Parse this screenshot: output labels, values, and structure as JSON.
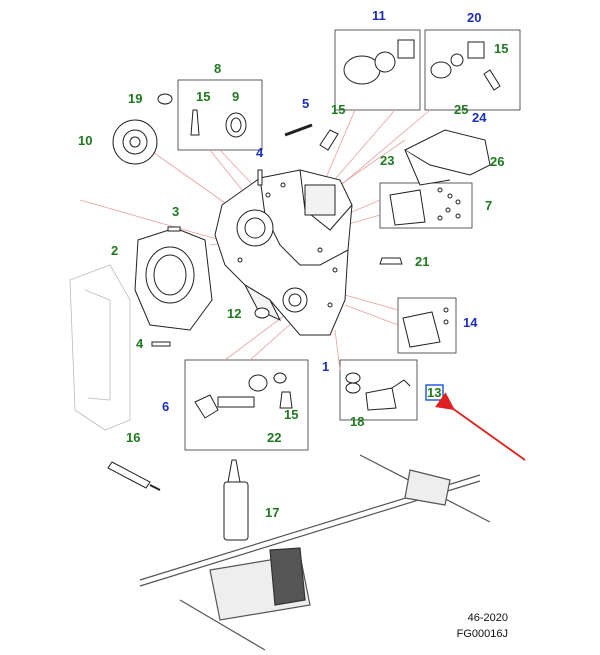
{
  "diagram": {
    "colors": {
      "blue": "#1b2fb8",
      "green": "#1f7a1f",
      "leader": "#e8a0a0",
      "arrow": "#e02020",
      "highlight": "#1a4fd8"
    },
    "callouts": [
      {
        "id": "c1",
        "label": "1",
        "color": "blue"
      },
      {
        "id": "c2",
        "label": "2",
        "color": "green"
      },
      {
        "id": "c3",
        "label": "3",
        "color": "green"
      },
      {
        "id": "c4a",
        "label": "4",
        "color": "green"
      },
      {
        "id": "c4b",
        "label": "4",
        "color": "blue"
      },
      {
        "id": "c5",
        "label": "5",
        "color": "blue"
      },
      {
        "id": "c6",
        "label": "6",
        "color": "blue"
      },
      {
        "id": "c7",
        "label": "7",
        "color": "green"
      },
      {
        "id": "c8",
        "label": "8",
        "color": "green"
      },
      {
        "id": "c9",
        "label": "9",
        "color": "green"
      },
      {
        "id": "c10",
        "label": "10",
        "color": "green"
      },
      {
        "id": "c11",
        "label": "11",
        "color": "blue"
      },
      {
        "id": "c12",
        "label": "12",
        "color": "green"
      },
      {
        "id": "c13",
        "label": "13",
        "color": "green"
      },
      {
        "id": "c14",
        "label": "14",
        "color": "blue"
      },
      {
        "id": "c15a",
        "label": "15",
        "color": "green"
      },
      {
        "id": "c15b",
        "label": "15",
        "color": "green"
      },
      {
        "id": "c15c",
        "label": "15",
        "color": "green"
      },
      {
        "id": "c15d",
        "label": "15",
        "color": "green"
      },
      {
        "id": "c16",
        "label": "16",
        "color": "green"
      },
      {
        "id": "c17",
        "label": "17",
        "color": "green"
      },
      {
        "id": "c18",
        "label": "18",
        "color": "green"
      },
      {
        "id": "c19",
        "label": "19",
        "color": "green"
      },
      {
        "id": "c20",
        "label": "20",
        "color": "blue"
      },
      {
        "id": "c21",
        "label": "21",
        "color": "green"
      },
      {
        "id": "c22",
        "label": "22",
        "color": "green"
      },
      {
        "id": "c23",
        "label": "23",
        "color": "green"
      },
      {
        "id": "c24",
        "label": "24",
        "color": "blue"
      },
      {
        "id": "c25",
        "label": "25",
        "color": "green"
      },
      {
        "id": "c26",
        "label": "26",
        "color": "green"
      }
    ]
  },
  "footer": {
    "date_code": "46-2020",
    "figure_id": "FG00016J"
  }
}
